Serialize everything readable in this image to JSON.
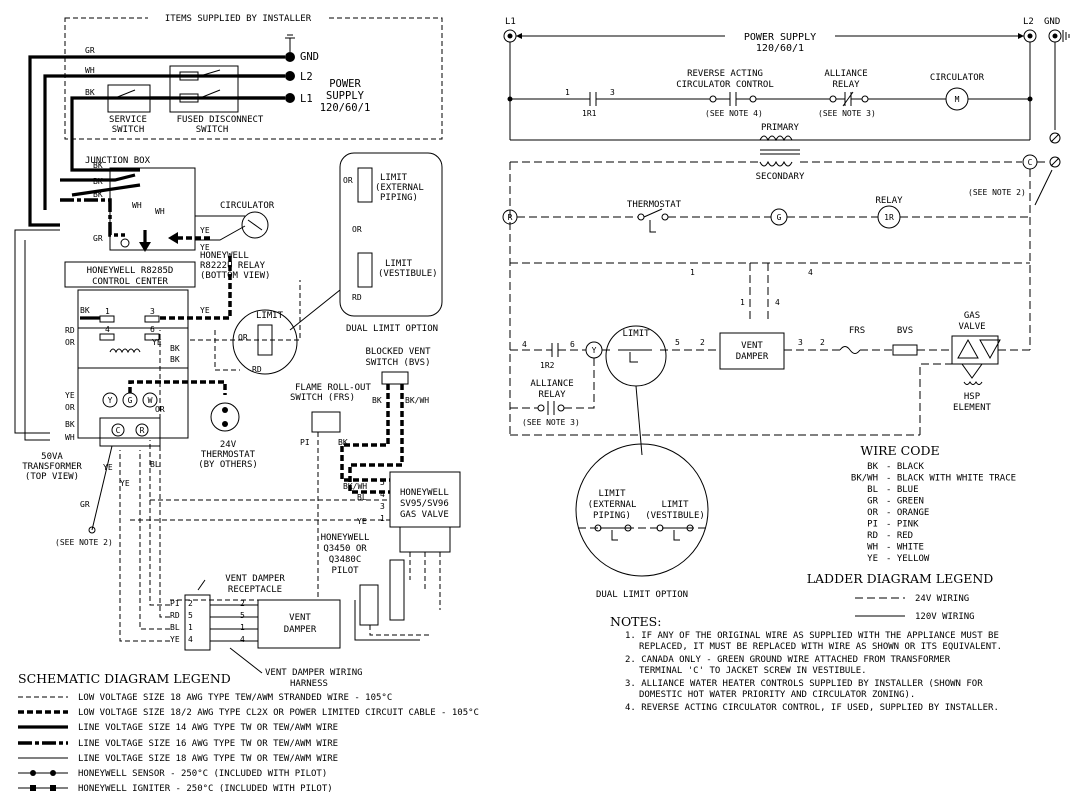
{
  "schematic": {
    "items_supplied": "ITEMS SUPPLIED BY INSTALLER",
    "gnd": "GND",
    "l2": "L2",
    "l1": "L1",
    "power_supply_1": "POWER",
    "power_supply_2": "SUPPLY",
    "power_supply_3": "120/60/1",
    "service_switch_1": "SERVICE",
    "service_switch_2": "SWITCH",
    "fused_1": "FUSED DISCONNECT",
    "fused_2": "SWITCH",
    "junction_box": "JUNCTION BOX",
    "circulator": "CIRCULATOR",
    "honeywell_control_1": "HONEYWELL R8285D",
    "honeywell_control_2": "CONTROL CENTER",
    "relay_1": "HONEYWELL",
    "relay_2": "R8222U RELAY",
    "relay_3": "(BOTTOM VIEW)",
    "limit": "LIMIT",
    "limit_ext_1": "LIMIT",
    "limit_ext_2": "(EXTERNAL",
    "limit_ext_3": "PIPING)",
    "limit_or": "OR",
    "limit_ves_1": "LIMIT",
    "limit_ves_2": "(VESTIBULE)",
    "dual_limit": "DUAL LIMIT OPTION",
    "blocked_vent_1": "BLOCKED VENT",
    "blocked_vent_2": "SWITCH (BVS)",
    "flame_1": "FLAME ROLL-OUT",
    "flame_2": "SWITCH (FRS)",
    "thermostat_1": "24V",
    "thermostat_2": "THERMOSTAT",
    "thermostat_3": "(BY OTHERS)",
    "transformer_1": "50VA",
    "transformer_2": "TRANSFORMER",
    "transformer_3": "(TOP VIEW)",
    "see_note_2": "(SEE NOTE 2)",
    "gas_valve_1": "HONEYWELL",
    "gas_valve_2": "SV95/SV96",
    "gas_valve_3": "GAS VALVE",
    "pilot_1": "HONEYWELL",
    "pilot_2": "Q3450 OR",
    "pilot_3": "Q3480C",
    "pilot_4": "PILOT",
    "vent_receptacle_1": "VENT DAMPER",
    "vent_receptacle_2": "RECEPTACLE",
    "vent_damper_1": "VENT",
    "vent_damper_2": "DAMPER",
    "harness_1": "VENT DAMPER WIRING",
    "harness_2": "HARNESS",
    "wire_gr": "GR",
    "wire_wh": "WH",
    "wire_bk": "BK",
    "wire_ye": "YE",
    "wire_or": "OR",
    "wire_rd": "RD",
    "wire_bl": "BL",
    "wire_pi": "PI",
    "wire_bkwh": "BK/WH",
    "term_y": "Y",
    "term_g": "G",
    "term_w": "W",
    "term_c": "C",
    "term_r": "R",
    "n1": "1",
    "n2": "2",
    "n3": "3",
    "n4": "4",
    "n5": "5",
    "n6": "6"
  },
  "schematic_legend": {
    "title": "SCHEMATIC DIAGRAM LEGEND",
    "items": [
      "LOW VOLTAGE SIZE 18 AWG TYPE TEW/AWM STRANDED WIRE - 105°C",
      "LOW VOLTAGE SIZE 18/2 AWG TYPE CL2X OR POWER LIMITED CIRCUIT CABLE - 105°C",
      "LINE VOLTAGE SIZE 14 AWG TYPE TW OR TEW/AWM WIRE",
      "LINE VOLTAGE SIZE 16 AWG TYPE TW OR TEW/AWM WIRE",
      "LINE VOLTAGE SIZE 18 AWG TYPE TW OR TEW/AWM WIRE",
      "HONEYWELL SENSOR - 250°C (INCLUDED WITH PILOT)",
      "HONEYWELL IGNITER - 250°C (INCLUDED WITH PILOT)"
    ]
  },
  "ladder": {
    "l1": "L1",
    "l2": "L2",
    "gnd": "GND",
    "power_1": "POWER SUPPLY",
    "power_2": "120/60/1",
    "reverse_1": "REVERSE ACTING",
    "reverse_2": "CIRCULATOR CONTROL",
    "see_note_4": "(SEE NOTE 4)",
    "alliance_1": "ALLIANCE",
    "alliance_2": "RELAY",
    "see_note_3": "(SEE NOTE 3)",
    "circulator": "CIRCULATOR",
    "m": "M",
    "r1": "1R1",
    "primary": "PRIMARY",
    "secondary": "SECONDARY",
    "c": "C",
    "see_note_2": "(SEE NOTE 2)",
    "r": "R",
    "thermostat": "THERMOSTAT",
    "g": "G",
    "relay": "RELAY",
    "r1coil": "1R",
    "limit": "LIMIT",
    "vent_1": "VENT",
    "vent_2": "DAMPER",
    "frs": "FRS",
    "bvs": "BVS",
    "gas_1": "GAS",
    "gas_2": "VALVE",
    "hsp_1": "HSP",
    "hsp_2": "ELEMENT",
    "r2": "1R2",
    "y": "Y",
    "limit_ext_1": "LIMIT",
    "limit_ext_2": "(EXTERNAL",
    "limit_ext_3": "PIPING)",
    "limit_ves_1": "LIMIT",
    "limit_ves_2": "(VESTIBULE)",
    "dual_limit": "DUAL LIMIT OPTION",
    "n1": "1",
    "n2": "2",
    "n3": "3",
    "n4": "4",
    "n5": "5",
    "n6": "6"
  },
  "wire_code": {
    "title": "WIRE CODE",
    "codes": [
      "BK",
      "BK/WH",
      "BL",
      "GR",
      "OR",
      "PI",
      "RD",
      "WH",
      "YE"
    ],
    "names": [
      "BLACK",
      "BLACK WITH WHITE TRACE",
      "BLUE",
      "GREEN",
      "ORANGE",
      "PINK",
      "RED",
      "WHITE",
      "YELLOW"
    ]
  },
  "ladder_legend": {
    "title": "LADDER DIAGRAM LEGEND",
    "v24": "24V WIRING",
    "v120": "120V WIRING"
  },
  "notes": {
    "title": "NOTES:",
    "lines": [
      "1. IF ANY OF THE ORIGINAL WIRE AS SUPPLIED WITH THE APPLIANCE MUST BE",
      "REPLACED, IT MUST BE REPLACED WITH WIRE AS SHOWN OR ITS EQUIVALENT.",
      "2. CANADA ONLY - GREEN GROUND WIRE ATTACHED FROM TRANSFORMER",
      "TERMINAL 'C' TO JACKET SCREW IN VESTIBULE.",
      "3. ALLIANCE WATER HEATER CONTROLS SUPPLIED BY INSTALLER (SHOWN FOR",
      "DOMESTIC HOT WATER PRIORITY AND CIRCULATOR ZONING).",
      "4. REVERSE ACTING CIRCULATOR CONTROL, IF USED, SUPPLIED BY INSTALLER."
    ]
  }
}
